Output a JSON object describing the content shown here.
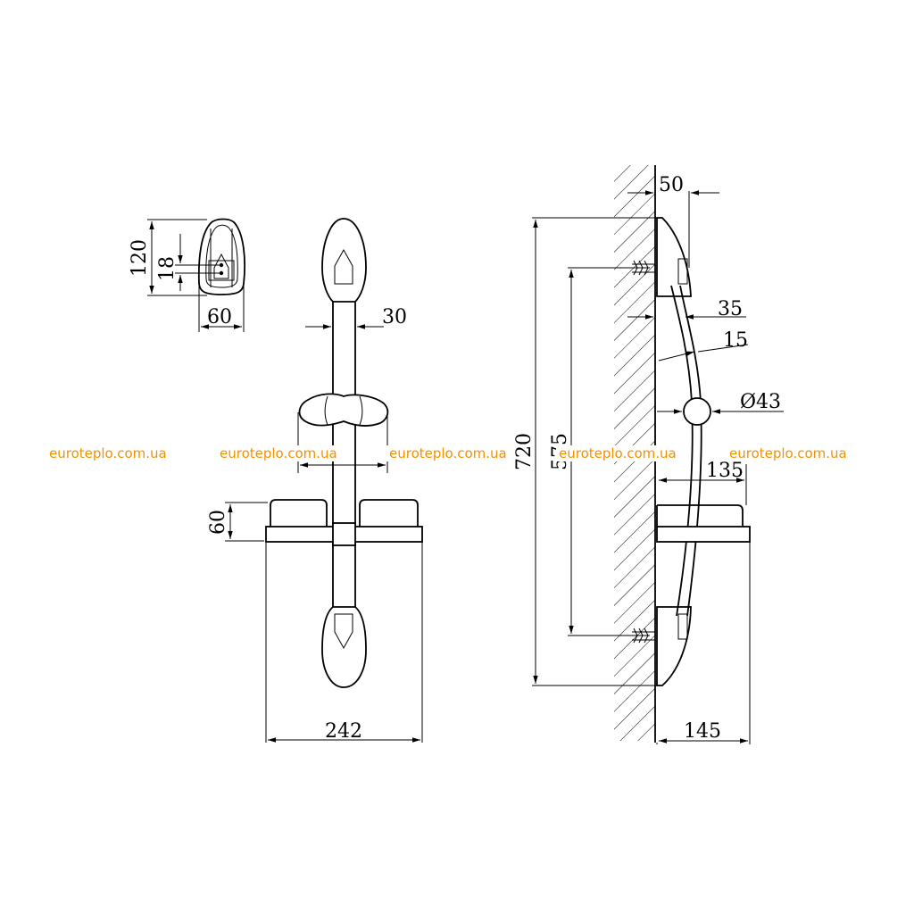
{
  "dimensions": {
    "holder_height": "120",
    "holder_hole_spacing": "18",
    "holder_width": "60",
    "bar_diameter": "30",
    "slider_width": "135",
    "dish_height": "60",
    "dish_width": "242",
    "wall_offset_top": "50",
    "bar_offset": "35",
    "hose_offset": "15",
    "ball_diameter": "Ø43",
    "total_height": "720",
    "mount_spacing": "575",
    "side_slider_depth": "135",
    "side_dish_depth": "145"
  },
  "watermarks": [
    "euroteplo.com.ua",
    "euroteplo.com.ua",
    "euroteplo.com.ua",
    "euroteplo.com.ua",
    "euroteplo.com.ua"
  ],
  "colors": {
    "line": "#000000",
    "watermark": "#f39200",
    "background": "#ffffff"
  }
}
